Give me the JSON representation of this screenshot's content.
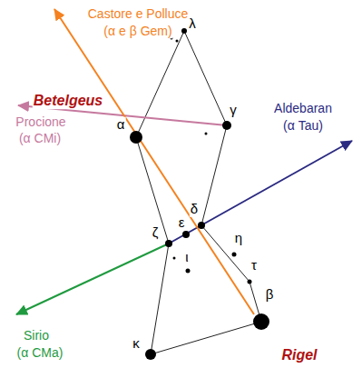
{
  "diagram": {
    "labels": [
      "Castore e Polluce",
      "(α e β Gem)",
      "Betelgeus",
      "λ",
      "α",
      "γ",
      "Procione",
      "(α CMi)",
      "Aldebaran",
      "(α Tau)",
      "δ",
      "ε",
      "ζ",
      "η",
      "ι",
      "τ",
      "β",
      "κ",
      "Sirio",
      "(α CMa)",
      "Rigel"
    ]
  }
}
